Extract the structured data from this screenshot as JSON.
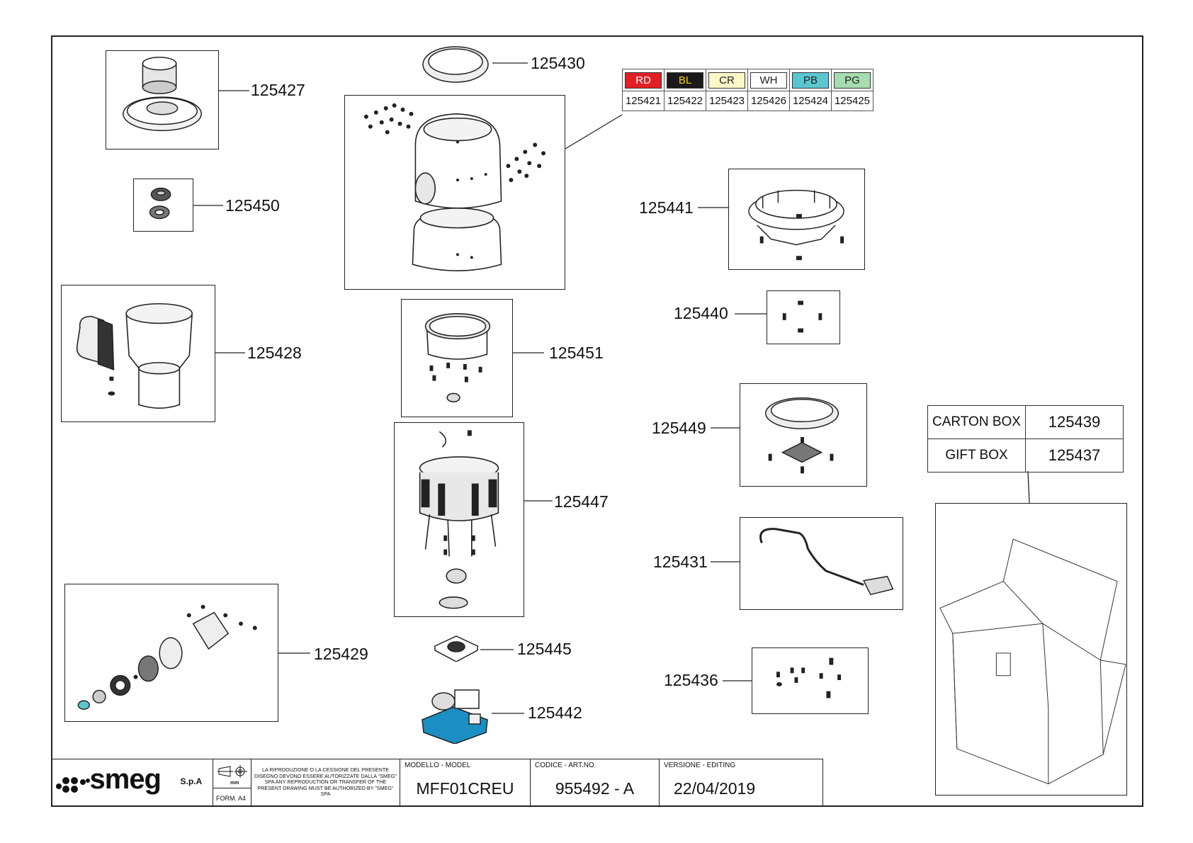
{
  "drawing": {
    "color_variants": [
      {
        "code": "RD",
        "part": "125421",
        "color": "#e31e24",
        "text_color": "#ffffff"
      },
      {
        "code": "BL",
        "part": "125422",
        "color": "#1a1a1a",
        "text_color": "#ffd200"
      },
      {
        "code": "CR",
        "part": "125423",
        "color": "#fff7c8",
        "text_color": "#222222"
      },
      {
        "code": "WH",
        "part": "125426",
        "color": "#ffffff",
        "text_color": "#222222"
      },
      {
        "code": "PB",
        "part": "125424",
        "color": "#5bc6d0",
        "text_color": "#222222"
      },
      {
        "code": "PG",
        "part": "125425",
        "color": "#a6dcb0",
        "text_color": "#222222"
      }
    ],
    "parts": {
      "p125427": "125427",
      "p125430": "125430",
      "p125450": "125450",
      "p125441": "125441",
      "p125440": "125440",
      "p125428": "125428",
      "p125451": "125451",
      "p125449": "125449",
      "p125447": "125447",
      "p125431": "125431",
      "p125429": "125429",
      "p125445": "125445",
      "p125436": "125436",
      "p125442": "125442"
    },
    "packaging": [
      {
        "label": "CARTON BOX",
        "part": "125439"
      },
      {
        "label": "GIFT BOX",
        "part": "125437"
      }
    ]
  },
  "title_block": {
    "company": "smeg",
    "company_suffix": "S.p.A",
    "unit": "mm",
    "format": "FORM. A4",
    "notice": "LA RIPRODUZIONE O LA CESSIONE DEL PRESENTE DISEGNO DEVONO ESSERE AUTORIZZATE DALLA \"SMEG\" SPA ANY REPRODUCTION OR TRANSFER OF THE PRESENT DRAWING MUST BE AUTHORIZED BY \"SMEG\" SPA",
    "model_label": "MODELLO - MODEL",
    "model_value": "MFF01CREU",
    "code_label": "CODICE - ART.NO.",
    "code_value": "955492 - A",
    "version_label": "VERSIONE - EDITING",
    "version_value": "22/04/2019"
  }
}
